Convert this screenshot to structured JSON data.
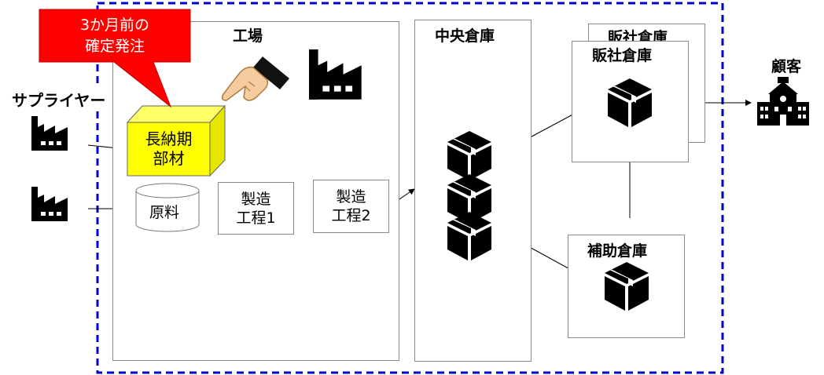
{
  "callout": {
    "line1": "3か月前の",
    "line2": "確定発注",
    "color": "#ff0000"
  },
  "supplier_label": "サプライヤー",
  "factory": {
    "title": "工場"
  },
  "long_lead_part": {
    "line1": "長納期",
    "line2": "部材",
    "color": "#ffff00"
  },
  "raw_material": "原料",
  "process1": {
    "line1": "製造",
    "line2": "工程1"
  },
  "process2": {
    "line1": "製造",
    "line2": "工程2"
  },
  "central_warehouse": "中央倉庫",
  "sales_warehouse_back": "販社倉庫",
  "sales_warehouse_front": "販社倉庫",
  "aux_warehouse": "補助倉庫",
  "customer": "顧客",
  "icons": [
    "factory-icon",
    "pointing-hand-icon",
    "box-icon",
    "building-icon"
  ],
  "boundary_color": "#0000cc"
}
